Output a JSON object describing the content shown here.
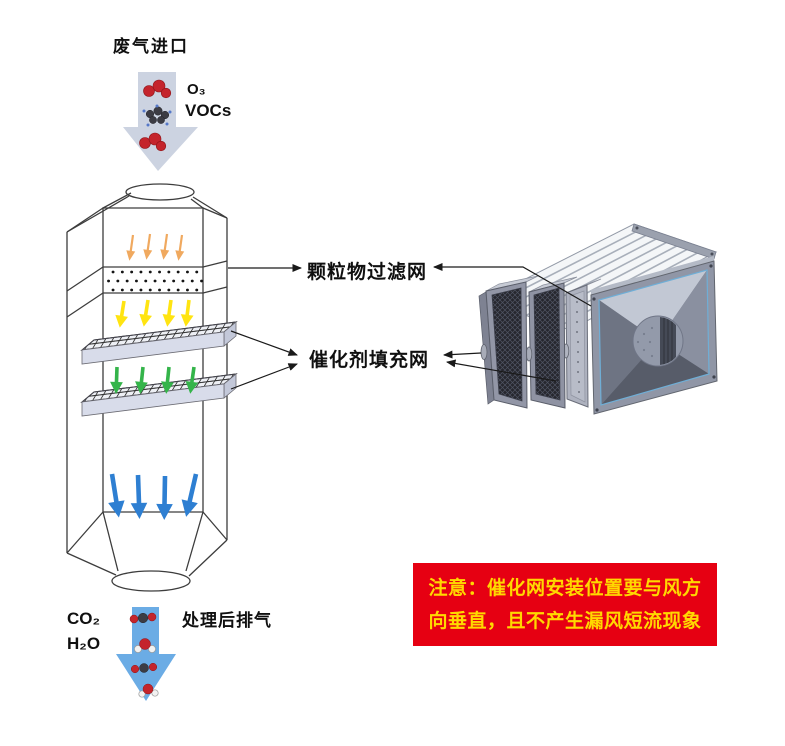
{
  "diagram": {
    "inlet": {
      "label": "废气进口",
      "molecule_labels": [
        "O₃",
        "VOCs"
      ]
    },
    "outlet": {
      "molecule_labels": [
        "CO₂",
        "H₂O"
      ],
      "label": "处理后排气"
    },
    "callouts": {
      "particulate_filter": "颗粒物过滤网",
      "catalyst_mesh": "催化剂填充网"
    },
    "note": {
      "line1": "注意：催化网安装位置要与风方",
      "line2": "向垂直，且不产生漏风短流现象"
    },
    "colors": {
      "inlet_arrow": "#ccd3e1",
      "outlet_arrow": "#6bace5",
      "stage1_arrows": "#f0a95f",
      "stage2_arrows": "#ffe411",
      "stage3_arrows": "#34b44a",
      "stage4_arrows": "#2e7fd2",
      "mesh_slab": "#d8dcea",
      "wireframe": "#3d3d3d",
      "note_bg": "#e60012",
      "note_text": "#ffd800",
      "molecule_red": "#c4242c",
      "molecule_dark": "#3c3c44",
      "molecule_white": "#f2f2f2",
      "render_gray": "#9296a6"
    },
    "icons": {
      "inlet_arrow": "down-arrow",
      "outlet_arrow": "down-arrow",
      "airflow_arrows": "down-arrows",
      "callout_leaders": "arrow-lines"
    }
  }
}
